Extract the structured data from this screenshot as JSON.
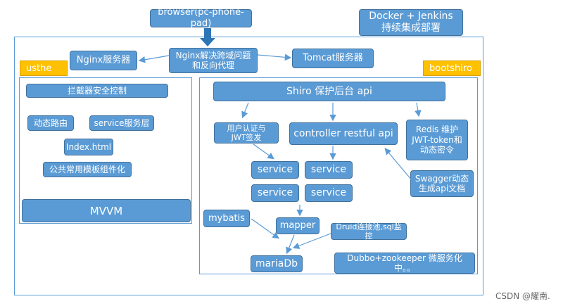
{
  "top": {
    "browser": "browser(pc-phone-pad)",
    "docker": "Docker + Jenkins\n持续集成部署"
  },
  "gateway": {
    "nginx_server": "Nginx服务器",
    "nginx_proxy": "Nginx解决跨域问题\n和反向代理",
    "tomcat_server": "Tomcat服务器"
  },
  "usthe": {
    "tag": "usthe",
    "interceptor": "拦截器安全控制",
    "dynamic_route": "动态路由",
    "service_layer": "service服务层",
    "index_html": "Index.html",
    "common_template": "公共常用模板组件化",
    "mvvm": "MVVM"
  },
  "bootshiro": {
    "tag": "bootshiro",
    "shiro": "Shiro 保护后台 api",
    "user_auth": "用户认证与\nJWT签发",
    "controller": "controller restful api",
    "redis": "Redis 维护\nJWT-token和\n动态密令",
    "service_1": "service",
    "service_2": "service",
    "service_3": "service",
    "service_4": "service",
    "swagger": "Swagger动态\n生成api文档",
    "mybatis": "mybatis",
    "mapper": "mapper",
    "druid": "Druid连接池,sql监控",
    "mariadb": "mariaDb",
    "dubbo": "Dubbo+zookeeper 微服务化中。。"
  },
  "watermark": "CSDN @耀南.",
  "colors": {
    "box_fill": "#5b9bd5",
    "box_border": "#41719c",
    "tag_fill": "#ffc000",
    "arrow": "#5b9bd5"
  }
}
